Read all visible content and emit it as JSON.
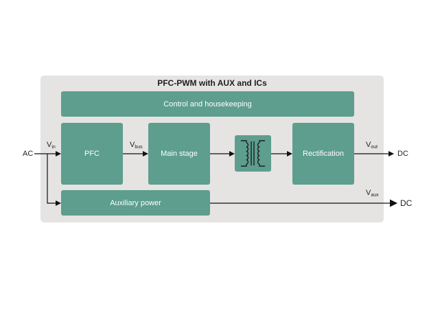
{
  "title": "PFC-PWM with AUX and ICs",
  "blocks": {
    "control": "Control and housekeeping",
    "pfc": "PFC",
    "main_stage": "Main stage",
    "rectification": "Rectification",
    "auxiliary": "Auxiliary power"
  },
  "labels": {
    "ac_in": "AC",
    "v_in_main": "V",
    "v_in_sub": "in",
    "v_bus_main": "V",
    "v_bus_sub": "bus",
    "v_out_main": "V",
    "v_out_sub": "out",
    "v_aux_main": "V",
    "v_aux_sub": "aux",
    "dc_out": "DC",
    "dc_aux": "DC"
  },
  "colors": {
    "panel": "#e6e3e3",
    "block": "#5d9e8e",
    "line": "#111111"
  },
  "icons": {
    "transformer": "transformer-icon"
  }
}
